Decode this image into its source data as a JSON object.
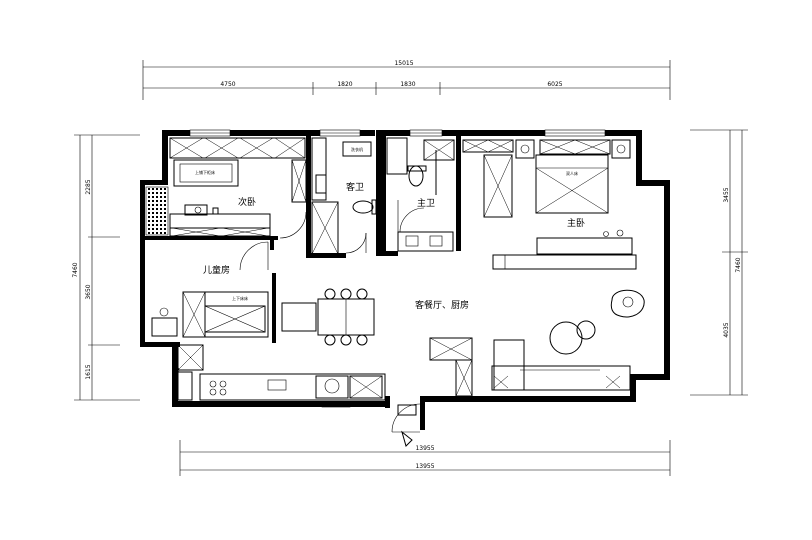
{
  "dimensions": {
    "top_total": "15015",
    "top_segments": [
      "4750",
      "1820",
      "1830",
      "6025"
    ],
    "bottom_inner": "13955",
    "bottom_outer": "13955",
    "left_total": "7460",
    "left_segments": [
      "2285",
      "3650",
      "1615"
    ],
    "right_total": "7460",
    "right_segments": [
      "3455",
      "4035"
    ]
  },
  "rooms": {
    "second_bedroom": "次卧",
    "guest_bath": "客卫",
    "master_bath": "主卫",
    "master_bedroom": "主卧",
    "kids_room": "儿童房",
    "living_dining_kitchen": "客餐厅、厨房"
  },
  "colors": {
    "ink": "#000000",
    "paper": "#ffffff",
    "hatch": "#000000"
  }
}
